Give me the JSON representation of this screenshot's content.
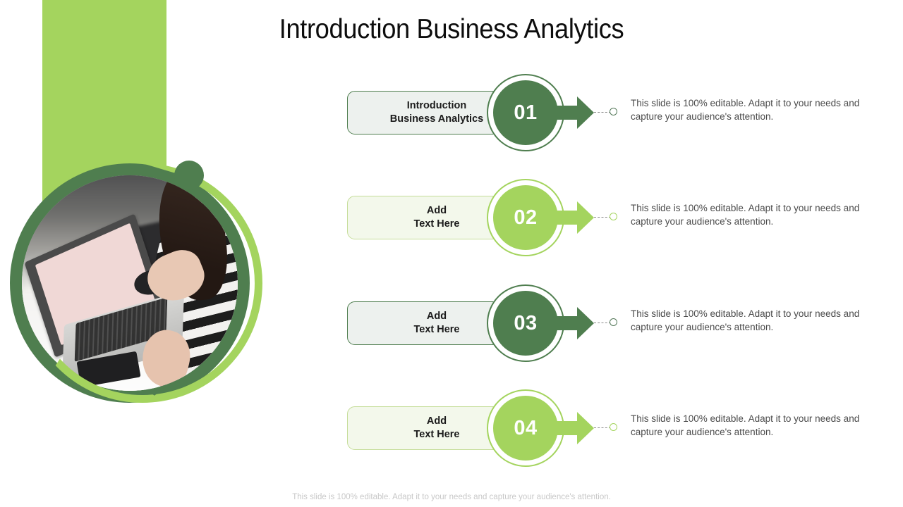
{
  "slide": {
    "title": "Introduction Business Analytics",
    "footer_note": "This slide is 100% editable. Adapt it to your needs and capture your audience's attention.",
    "colors": {
      "dark_green": "#4f7e4f",
      "light_green": "#a4d45e",
      "dark_box_fill": "#edf1ee",
      "light_box_fill": "#f3f8eb",
      "title_text": "#0d0d0d",
      "body_text": "#4a4a4a",
      "footer_text": "#c8c8c8"
    }
  },
  "decoration": {
    "green_bar": "green-bar",
    "accent_dot": "accent-dot",
    "photo_alt": "person working on a laptop with a mouse"
  },
  "rows": [
    {
      "number": "01",
      "label": "Introduction\nBusiness Analytics",
      "label_line1": "Introduction",
      "label_line2": "Business Analytics",
      "body": "This slide is 100% editable. Adapt it to your needs and capture your audience's attention.",
      "accent": "#4f7e4f",
      "variant": "dark"
    },
    {
      "number": "02",
      "label": "Add\nText Here",
      "label_line1": "Add",
      "label_line2": "Text Here",
      "body": "This slide is 100% editable. Adapt it to your needs and capture your audience's attention.",
      "accent": "#a4d45e",
      "variant": "light"
    },
    {
      "number": "03",
      "label": "Add\nText Here",
      "label_line1": "Add",
      "label_line2": "Text Here",
      "body": "This slide is 100% editable. Adapt it to your needs and capture your audience's attention.",
      "accent": "#4f7e4f",
      "variant": "dark"
    },
    {
      "number": "04",
      "label": "Add\nText Here",
      "label_line1": "Add",
      "label_line2": "Text Here",
      "body": "This slide is 100% editable. Adapt it to your needs and capture your audience's attention.",
      "accent": "#a4d45e",
      "variant": "light"
    }
  ]
}
